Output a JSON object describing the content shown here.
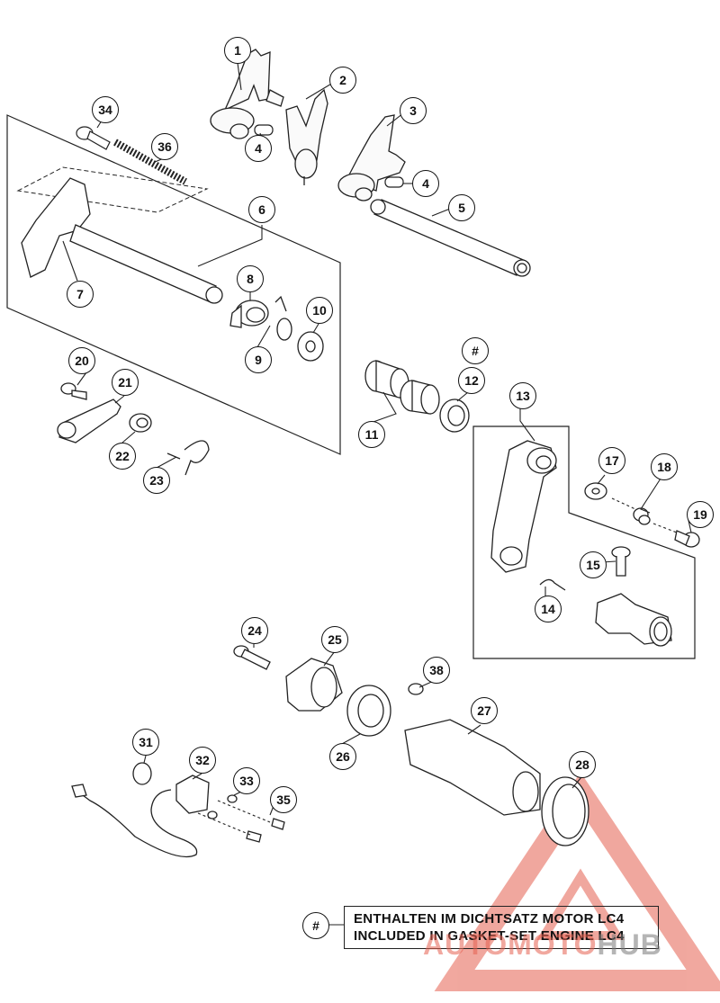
{
  "callouts": {
    "c1": "1",
    "c2": "2",
    "c3": "3",
    "c4a": "4",
    "c4b": "4",
    "c5": "5",
    "c6": "6",
    "c7": "7",
    "c8": "8",
    "c9": "9",
    "c10": "10",
    "c11": "11",
    "c12": "12",
    "c12hash": "#",
    "c13": "13",
    "c14": "14",
    "c15": "15",
    "c17": "17",
    "c18": "18",
    "c19": "19",
    "c20": "20",
    "c21": "21",
    "c22": "22",
    "c23": "23",
    "c24": "24",
    "c25": "25",
    "c26": "26",
    "c27": "27",
    "c28": "28",
    "c31": "31",
    "c32": "32",
    "c33": "33",
    "c34": "34",
    "c35": "35",
    "c36": "36",
    "c38": "38"
  },
  "legend": {
    "symbol": "#",
    "line_de": "ENTHALTEN IM DICHTSATZ MOTOR LC4",
    "line_en": "INCLUDED IN GASKET-SET ENGINE LC4"
  },
  "watermark": {
    "part1": "AUTOMOTO",
    "part2": "HUB",
    "color_red": "#e56050",
    "color_grey": "#888888"
  }
}
